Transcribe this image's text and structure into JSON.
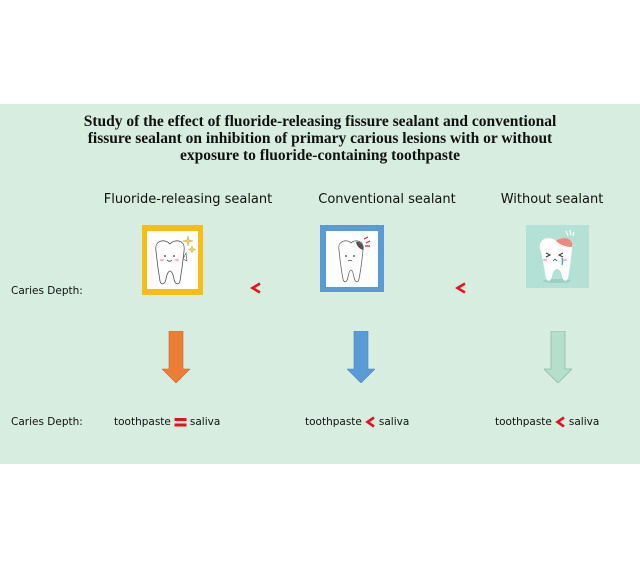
{
  "title": {
    "lines": [
      "Study of the effect of fluoride-releasing fissure sealant and conventional",
      "fissure sealant on inhibition of primary carious lesions with or without",
      "exposure to fluoride-containing toothpaste"
    ]
  },
  "columns": [
    {
      "label": "Fluoride-releasing sealant",
      "frame_color": "#f7bd17",
      "arrow_color": "#ec7d35",
      "tooth_icon": "happy-tooth-icon",
      "comparison": {
        "left": "toothpaste",
        "operator": "=",
        "right": "saliva"
      }
    },
    {
      "label": "Conventional sealant",
      "frame_color": "#5b9bd5",
      "arrow_color": "#5b9bd5",
      "tooth_icon": "decayed-tooth-icon",
      "comparison": {
        "left": "toothpaste",
        "operator": "<",
        "right": "saliva"
      }
    },
    {
      "label": "Without sealant",
      "frame_color": "#b4e1d6",
      "arrow_color": "#b5dfc8",
      "tooth_icon": "crying-tooth-icon",
      "comparison": {
        "left": "toothpaste",
        "operator": "<",
        "right": "saliva"
      }
    }
  ],
  "row_labels": {
    "caries_depth_top": "Caries Depth:",
    "caries_depth_bottom": "Caries Depth:"
  },
  "between_operators": [
    "<",
    "<"
  ],
  "colors": {
    "background_panel": "#d7ede0",
    "operator_red": "#e3131b"
  }
}
